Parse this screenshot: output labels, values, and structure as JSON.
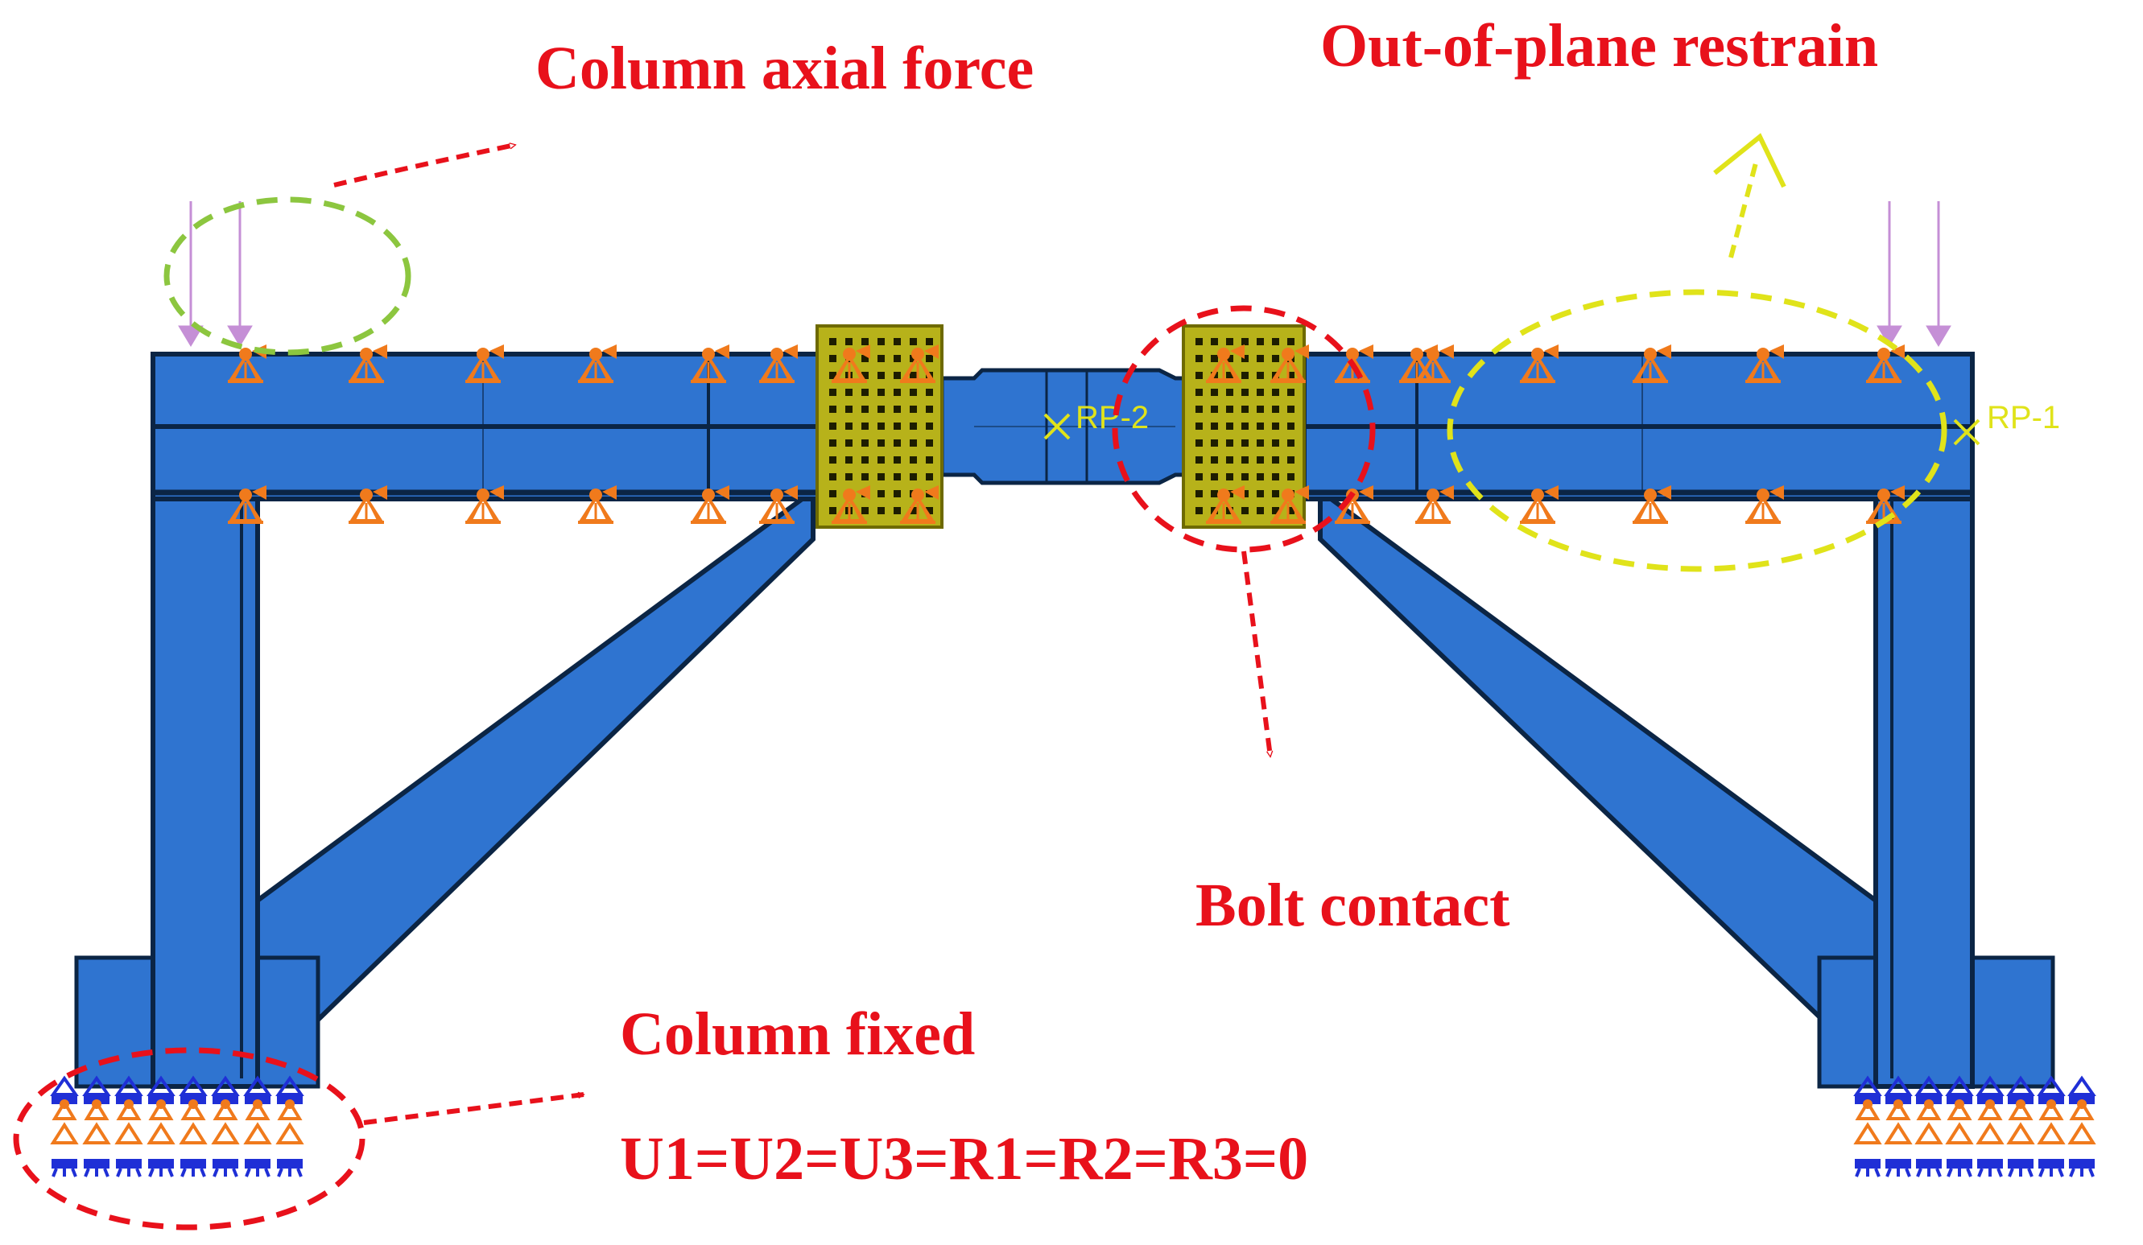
{
  "annotations": {
    "column_axial_force": "Column axial force",
    "out_of_plane_restrain": "Out-of-plane restrain",
    "bolt_contact": "Bolt contact",
    "column_fixed": "Column fixed",
    "boundary_condition": "U1=U2=U3=R1=R2=R3=0"
  },
  "reference_points": {
    "rp1": "RP-1",
    "rp2": "RP-2"
  },
  "colors": {
    "steel_member": "#2f74d0",
    "member_edge": "#0b2545",
    "restraint_symbol": "#f07a1c",
    "base_fixity_symbol": "#1f2fd6",
    "splice_plate": "#b7b21a",
    "load_arrow": "#c58fd6",
    "annotation_red": "#e8111b",
    "ellipse_green": "#8cc63f",
    "ellipse_yellow": "#e0e31a"
  }
}
